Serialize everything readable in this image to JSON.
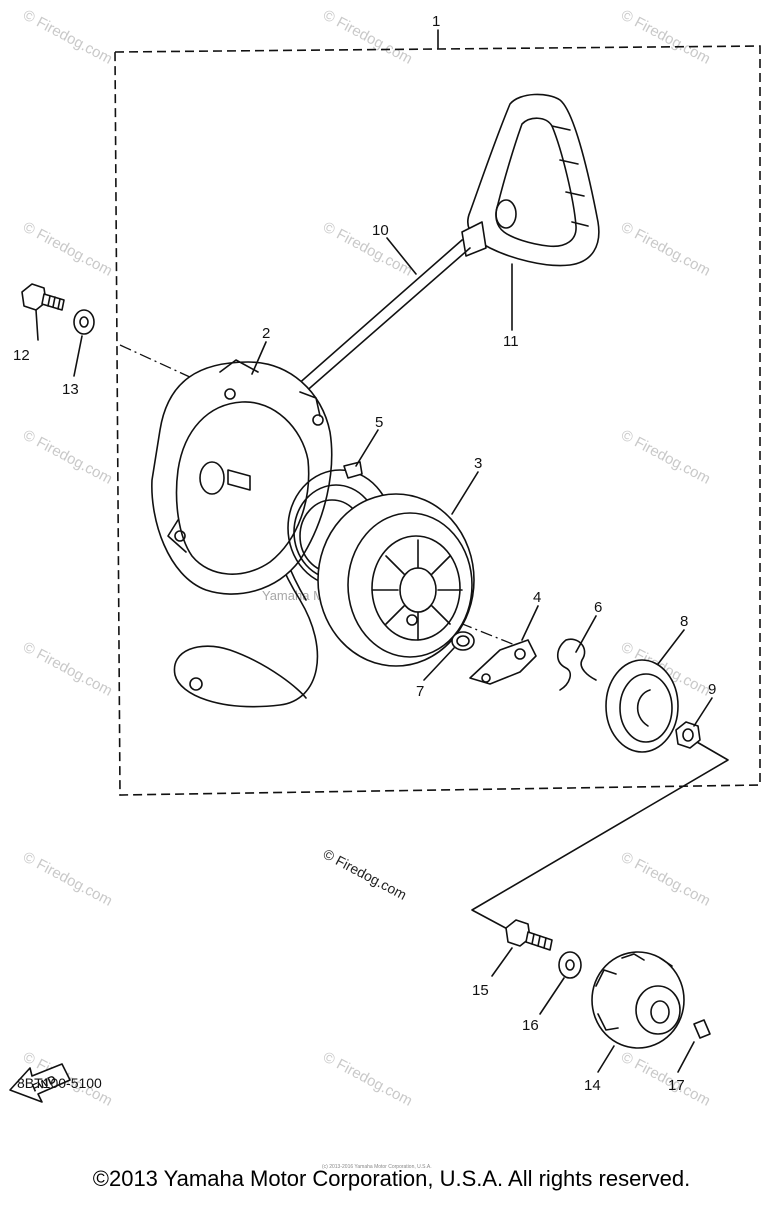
{
  "diagram": {
    "part_code": "8BT100-5100",
    "copyright": "©2013 Yamaha Motor Corporation, U.S.A. All rights reserved.",
    "tiny_notice": "(c) 2013-2016 Yamaha Motor Corporation, U.S.A.",
    "fwd_label": "FWD",
    "center_watermark": "Yamaha Motor Corp., U.S.A.",
    "watermark_text": "© Firedog.com",
    "callouts": [
      "1",
      "2",
      "3",
      "4",
      "5",
      "6",
      "7",
      "8",
      "9",
      "10",
      "11",
      "12",
      "13",
      "14",
      "15",
      "16",
      "17"
    ]
  }
}
